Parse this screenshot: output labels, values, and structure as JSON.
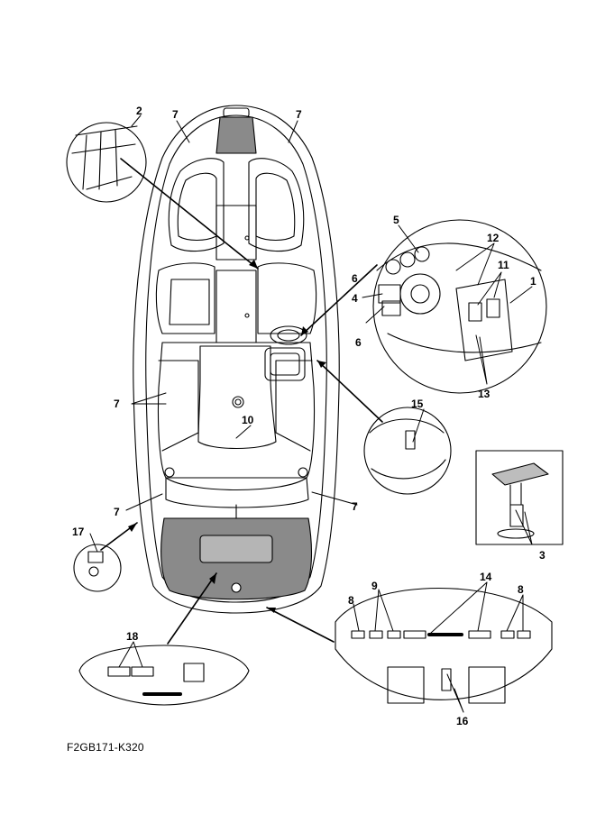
{
  "figure_code": "F2GB171-K320",
  "callouts": {
    "c1": "1",
    "c2": "2",
    "c3": "3",
    "c4": "4",
    "c5": "5",
    "c6": "6",
    "c7": "7",
    "c8": "8",
    "c9": "9",
    "c10": "10",
    "c11": "11",
    "c12": "12",
    "c13": "13",
    "c14": "14",
    "c15": "15",
    "c16": "16",
    "c17": "17",
    "c18": "18"
  }
}
